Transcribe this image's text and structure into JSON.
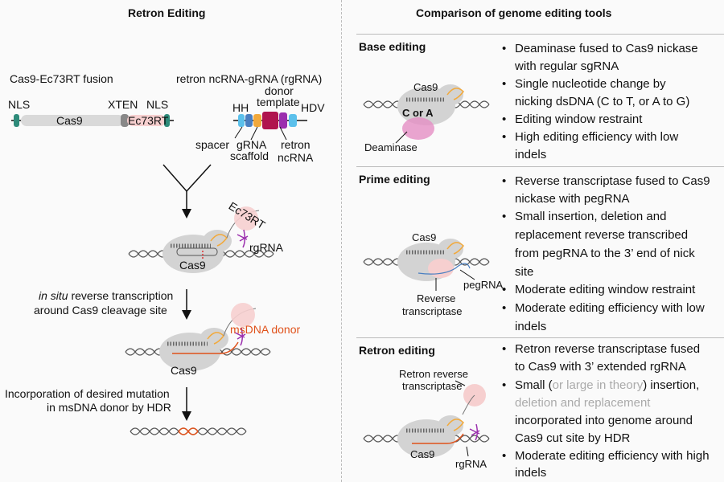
{
  "left": {
    "title": "Retron Editing",
    "fusion_label": "Cas9-Ec73RT fusion",
    "nls_left": "NLS",
    "xten": "XTEN",
    "nls_right": "NLS",
    "cas9_bar": "Cas9",
    "ec73rt_bar": "Ec73RT",
    "rgrna_title": "retron ncRNA-gRNA (rgRNA)",
    "hh": "HH",
    "donor_template_1": "donor",
    "donor_template_2": "template",
    "hdv": "HDV",
    "spacer": "spacer",
    "grna_scaffold_1": "gRNA",
    "grna_scaffold_2": "scaffold",
    "retron_ncrna_1": "retron",
    "retron_ncrna_2": "ncRNA",
    "step1_ec73rt": "Ec73RT",
    "step1_rgrna": "rgRNA",
    "step1_cas9": "Cas9",
    "rt_text_1_italic": "in situ",
    "rt_text_1_rest": " reverse transcription",
    "rt_text_2": "around Cas9 cleavage site",
    "msdna_donor": "msDNA donor",
    "step2_cas9": "Cas9",
    "hdr_text_1": "Incorporation of desired mutation",
    "hdr_text_2": "in msDNA donor by HDR"
  },
  "right": {
    "title": "Comparison of genome editing tools",
    "rows": [
      {
        "name": "Base editing",
        "fig_labels": {
          "cas9": "Cas9",
          "center": "C or A",
          "enzyme": "Deaminase"
        },
        "bullets": [
          [
            "Deaminase fused to Cas9 nickase",
            "with regular sgRNA"
          ],
          [
            "Single nucleotide change by",
            "nicking dsDNA (C to T, or A to G)"
          ],
          [
            "Editing window restraint"
          ],
          [
            "High editing efficiency with low",
            "indels"
          ]
        ]
      },
      {
        "name": "Prime editing",
        "fig_labels": {
          "cas9": "Cas9",
          "pegrna": "pegRNA",
          "enzyme_1": "Reverse",
          "enzyme_2": "transcriptase"
        },
        "bullets": [
          [
            "Reverse transcriptase fused to Cas9",
            "nickase with pegRNA"
          ],
          [
            "Small insertion, deletion and",
            "replacement reverse transcribed",
            "from pegRNA to the 3’ end of nick",
            "site"
          ],
          [
            "Moderate editing window restraint"
          ],
          [
            "Moderate editing efficiency with low",
            "indels"
          ]
        ]
      },
      {
        "name": "Retron editing",
        "fig_labels": {
          "cas9": "Cas9",
          "rgrna": "rgRNA",
          "enzyme_1": "Retron reverse",
          "enzyme_2": "transcriptase"
        },
        "bullet1": [
          "Retron reverse transcriptase fused",
          "to Cas9 with 3’ extended rgRNA"
        ],
        "bullet2_parts": {
          "a": "Small (",
          "b": "or large in theory",
          "c": ") insertion,",
          "d": "deletion and replacement",
          "e": "incorporated into genome around",
          "f": "Cas9 cut site by HDR"
        },
        "bullet3": [
          "Moderate editing efficiency with high",
          "indels"
        ]
      }
    ]
  },
  "colors": {
    "cas9_gray": "#d9d9d9",
    "ec73rt_pink": "#f6cfcf",
    "nls_teal": "#2e8b7a",
    "spacer_blue": "#5bc0eb",
    "scaffold_orange": "#f2a93b",
    "donor_crimson": "#b0134e",
    "retron_purple": "#9b2fae",
    "msdna_orange": "#e0521b",
    "divider_gray": "#bbbbbb"
  },
  "icons": [
    "dna-helix",
    "cas9-protein",
    "rna-hairpin",
    "downward-arrow",
    "merge-arrow"
  ]
}
